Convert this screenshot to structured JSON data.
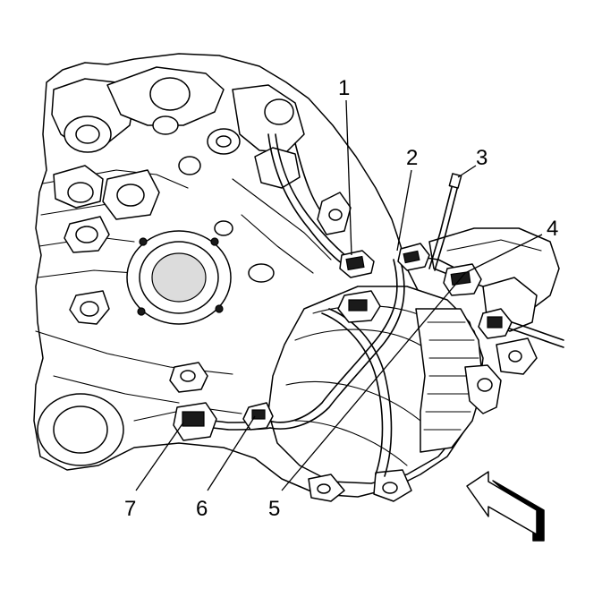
{
  "diagram": {
    "callouts": [
      {
        "id": "1",
        "label": "1"
      },
      {
        "id": "2",
        "label": "2"
      },
      {
        "id": "3",
        "label": "3"
      },
      {
        "id": "4",
        "label": "4"
      },
      {
        "id": "5",
        "label": "5"
      },
      {
        "id": "6",
        "label": "6"
      },
      {
        "id": "7",
        "label": "7"
      }
    ],
    "view_arrow": {
      "icon": "view-direction-arrow-icon"
    },
    "colors": {
      "line": "#000000",
      "background": "#ffffff",
      "shade": "#dcdcdc"
    }
  }
}
